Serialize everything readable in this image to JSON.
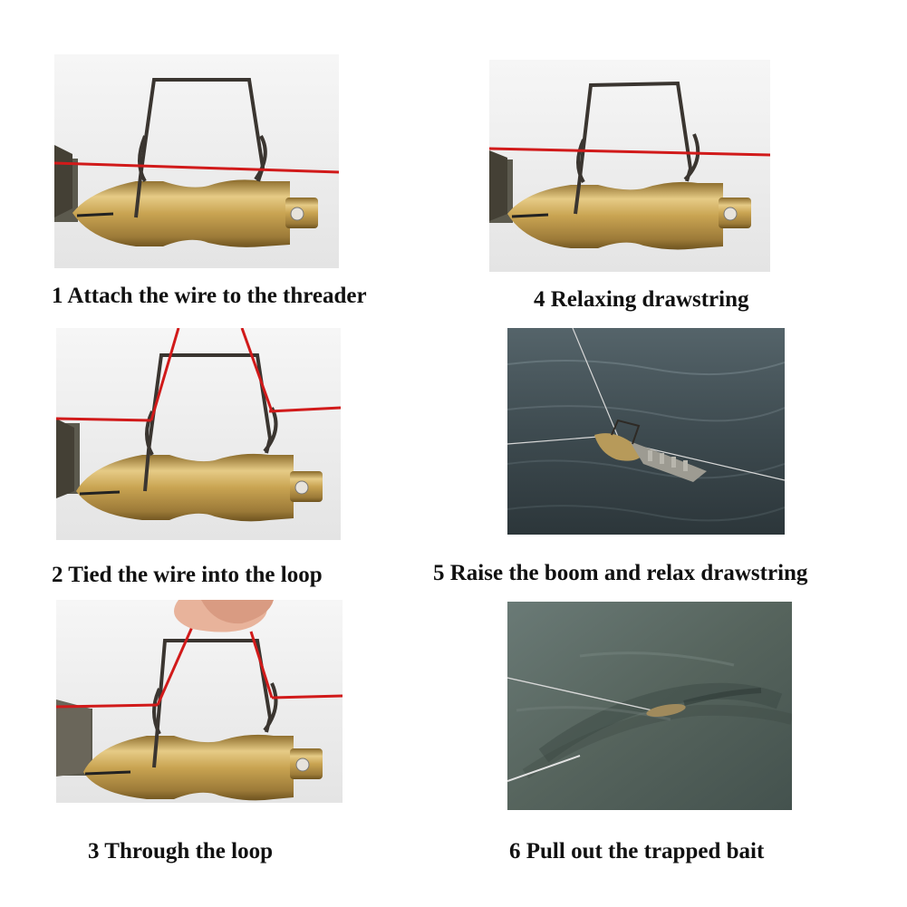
{
  "steps": [
    {
      "caption": "1 Attach the wire to the threader"
    },
    {
      "caption": "2 Tied the wire into the loop"
    },
    {
      "caption": "3 Through the loop"
    },
    {
      "caption": "4 Relaxing drawstring"
    },
    {
      "caption": "5 Raise the boom and relax drawstring"
    },
    {
      "caption": "6 Pull out the trapped bait"
    }
  ],
  "colors": {
    "brass": "#c9a452",
    "brass_dark": "#8a6a2a",
    "line_red": "#d11a1a",
    "wire": "#3a3530",
    "water": "#4d5a5f",
    "water_dark": "#2e383c",
    "water_light": "#6e7d82",
    "water_green": "#56645d"
  }
}
